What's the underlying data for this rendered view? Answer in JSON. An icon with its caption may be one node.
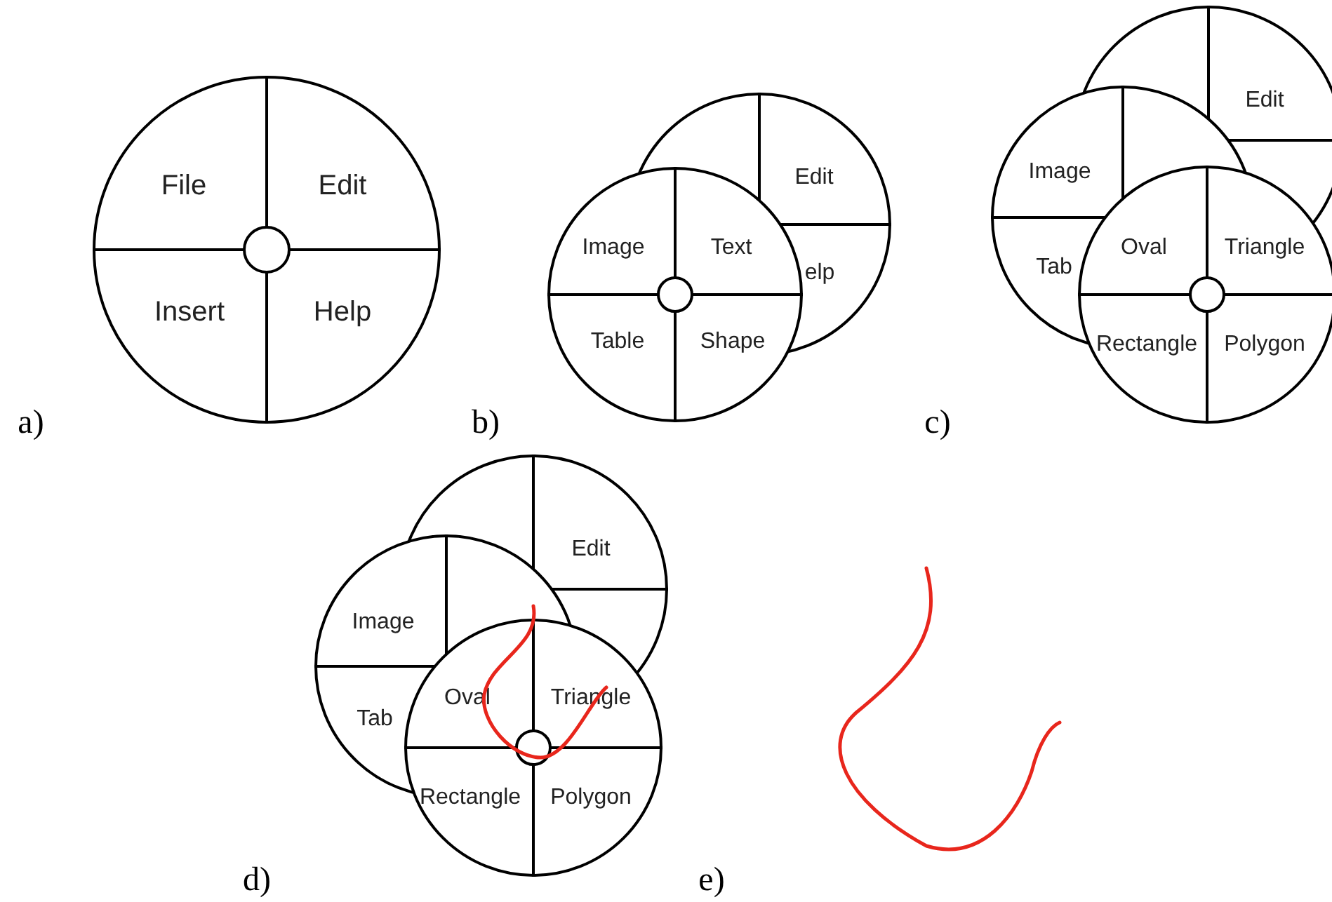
{
  "diagram": {
    "nodes": [
      {
        "text": [
          "File",
          "Edit",
          "Insert",
          "Help"
        ]
      },
      {
        "text": [
          "Edit",
          "elp"
        ]
      },
      {
        "text": [
          "Image",
          "Text",
          "Table",
          "Shape"
        ]
      },
      {
        "text": [
          "Edit"
        ]
      },
      {
        "text": [
          "Image",
          "Tab"
        ]
      },
      {
        "text": [
          "Oval",
          "Triangle",
          "Rectangle",
          "Polygon"
        ]
      },
      {
        "text": [
          "Edit"
        ]
      },
      {
        "text": [
          "Image",
          "Tab"
        ]
      },
      {
        "text": [
          "Oval",
          "Triangle",
          "Rectangle",
          "Polygon"
        ]
      }
    ],
    "labels": [
      "a)",
      "b)",
      "c)",
      "d)",
      "e)"
    ]
  }
}
